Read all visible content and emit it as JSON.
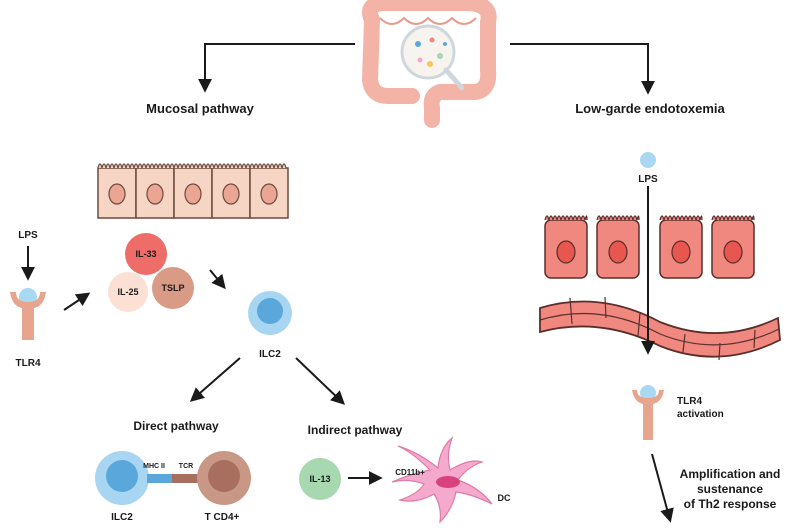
{
  "top": {
    "left_title": "Mucosal pathway",
    "right_title": "Low-garde endotoxemia"
  },
  "mucosal": {
    "lps": "LPS",
    "tlr4": "TLR4",
    "cytokines": {
      "il33": "IL-33",
      "il25": "IL-25",
      "tslp": "TSLP"
    },
    "ilc2": "ILC2",
    "direct_title": "Direct pathway",
    "indirect_title": "Indirect pathway",
    "direct": {
      "ilc2": "ILC2",
      "mhc": "MHC II",
      "tcr": "TCR",
      "tcd4": "T CD4+"
    },
    "indirect": {
      "il13": "IL-13",
      "cd11b": "CD11b+",
      "dc": "DC"
    }
  },
  "endotoxemia": {
    "lps": "LPS",
    "tlr4_line1": "TLR4",
    "tlr4_line2": "activation",
    "amplify_line1": "Amplification and",
    "amplify_line2": "sustenance",
    "amplify_line3": "of Th2 response"
  },
  "colors": {
    "cell_fill": "#f6d5c5",
    "cell_nucleus": "#eba593",
    "red_cell": "#f08880",
    "red_nucleus": "#e8574f",
    "il33": "#ee6d68",
    "il25": "#fbe0d3",
    "tslp": "#d99a86",
    "ilc2_outer": "#a8d6f2",
    "ilc2_inner": "#5aa8db",
    "tcd4_outer": "#c99786",
    "tcd4_inner": "#a86e5e",
    "il13": "#a7d8b0",
    "dc": "#f5a9cc",
    "receptor": "#e8a58d",
    "lps_dot": "#a9d8f2"
  }
}
